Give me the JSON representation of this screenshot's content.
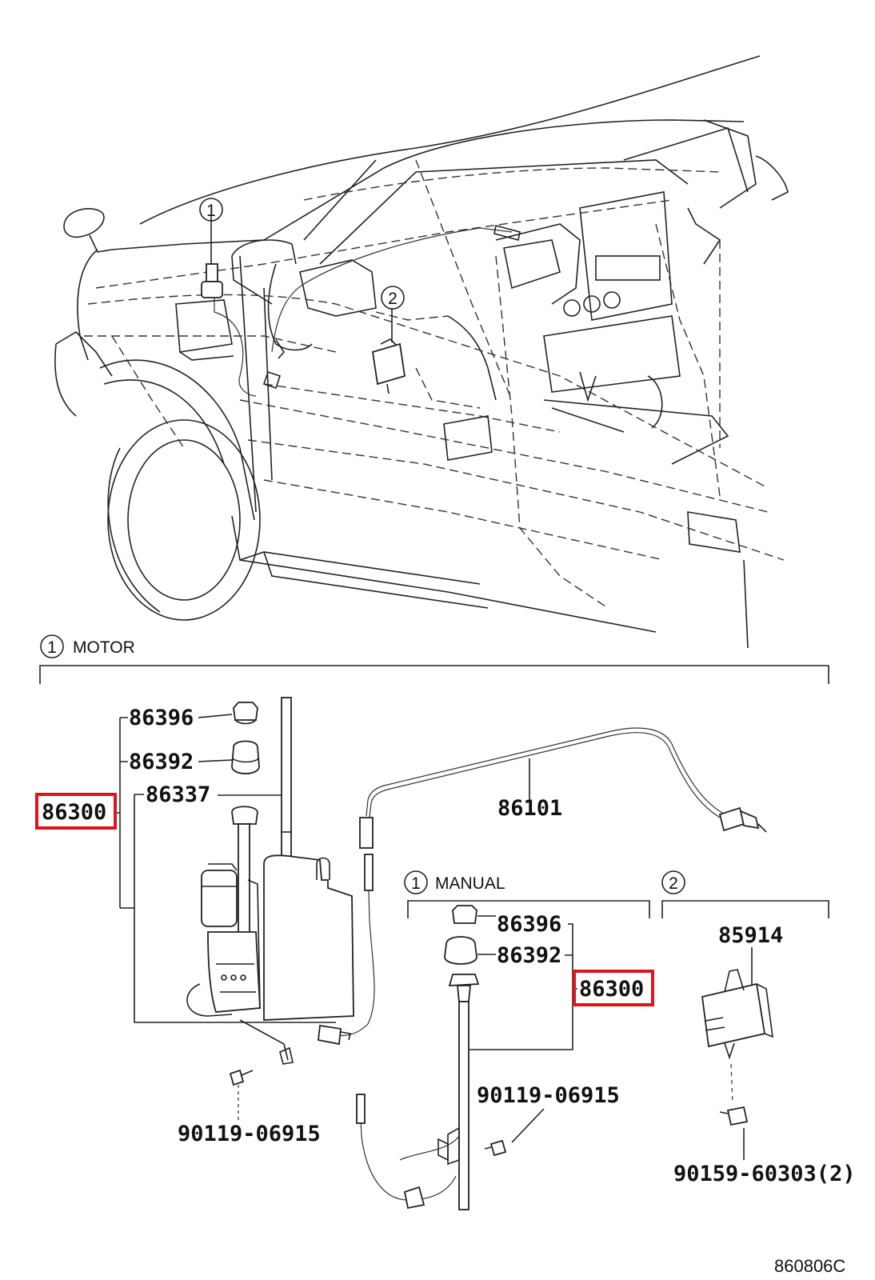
{
  "sections": {
    "motor": {
      "num": "1",
      "label": "MOTOR"
    },
    "manual": {
      "num": "1",
      "label": "MANUAL"
    },
    "relay": {
      "num": "2"
    }
  },
  "callouts": {
    "c1": "1",
    "c2": "2"
  },
  "parts": {
    "motor_cap": "86396",
    "motor_nut": "86392",
    "motor_rod": "86337",
    "motor_assy": "86300",
    "cable": "86101",
    "motor_bolt": "90119-06915",
    "manual_cap": "86396",
    "manual_nut": "86392",
    "manual_assy": "86300",
    "manual_bolt": "90119-06915",
    "relay": "85914",
    "relay_bolt": "90159-60303(2)"
  },
  "highlight_color": "#e0141e",
  "figure_code": "860806C"
}
